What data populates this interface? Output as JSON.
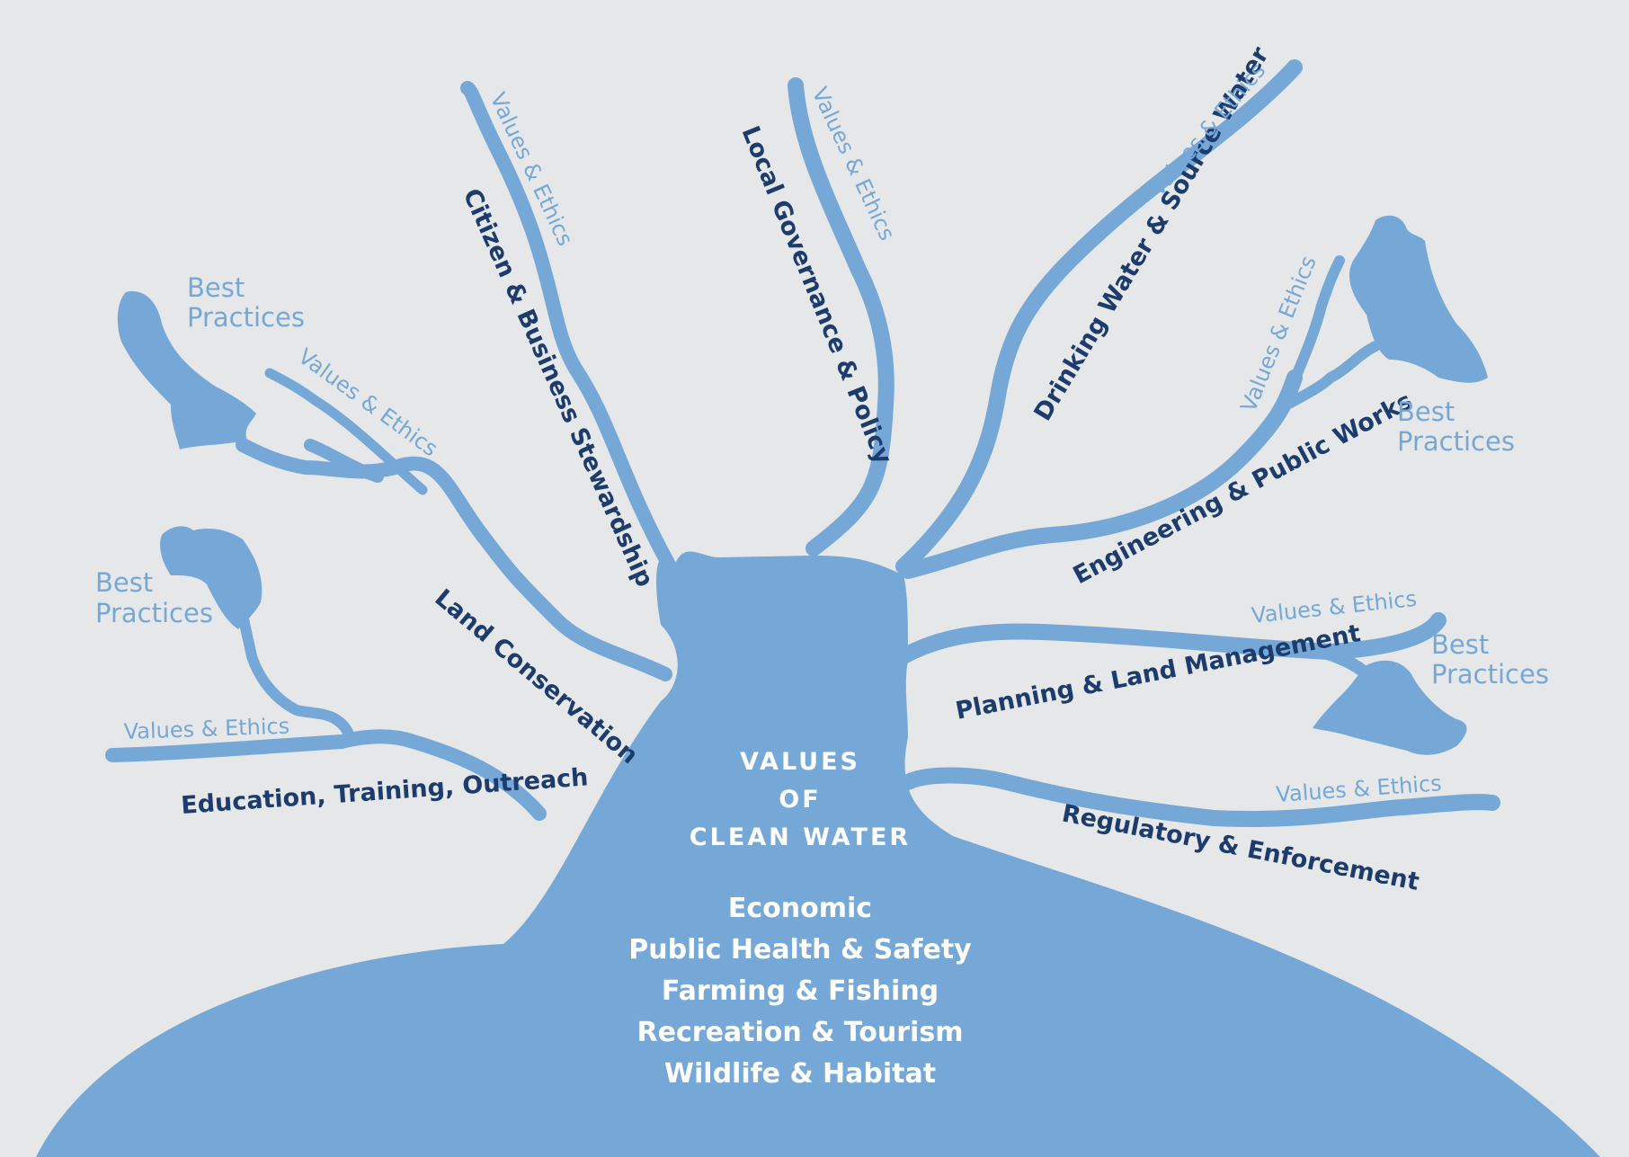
{
  "colors": {
    "background": "#e6e7e9",
    "water": "#76a8d7",
    "branch_text": "#1c3c6e",
    "light_text": "#76a8d7",
    "center_text": "#ffffff"
  },
  "center": {
    "title_lines": [
      "VALUES",
      "OF",
      "CLEAN WATER"
    ],
    "values": [
      "Economic",
      "Public Health & Safety",
      "Farming & Fishing",
      "Recreation & Tourism",
      "Wildlife & Habitat"
    ]
  },
  "branches": [
    "Citizen & Business Stewardship",
    "Local Governance & Policy",
    "Drinking Water & Source Water",
    "Engineering & Public Works",
    "Planning & Land Management",
    "Regulatory & Enforcement",
    "Land Conservation",
    "Education, Training, Outreach"
  ],
  "values_ethics_label": "Values & Ethics",
  "best_practices_lines": [
    "Best",
    "Practices"
  ]
}
